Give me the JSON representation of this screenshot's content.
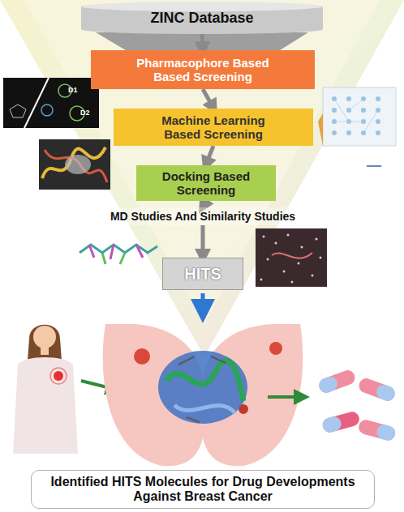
{
  "diagram": {
    "nodes": [
      {
        "text": [
          "ZINC Database"
        ]
      },
      {
        "text": [
          "Pharmacophore Based Based Screening"
        ]
      },
      {
        "text": [
          "Machine Learning Based Screening"
        ]
      },
      {
        "text": [
          "Docking Based Screening"
        ]
      },
      {
        "text": [
          "MD Studies And Similarity Studies"
        ]
      },
      {
        "text": [
          "HITS"
        ]
      },
      {
        "text": [
          "Identified HITS Molecules for Drug Developments Against Breast Cancer"
        ]
      }
    ],
    "edges": [
      {
        "from": 0,
        "to": 1,
        "arrow": "to"
      },
      {
        "from": 1,
        "to": 2,
        "arrow": "to"
      },
      {
        "from": 2,
        "to": 3,
        "arrow": "to"
      },
      {
        "from": 3,
        "to": 4,
        "arrow": "to"
      },
      {
        "from": 4,
        "to": 5,
        "arrow": "to"
      }
    ],
    "labels": [
      "D1",
      "D2"
    ]
  }
}
